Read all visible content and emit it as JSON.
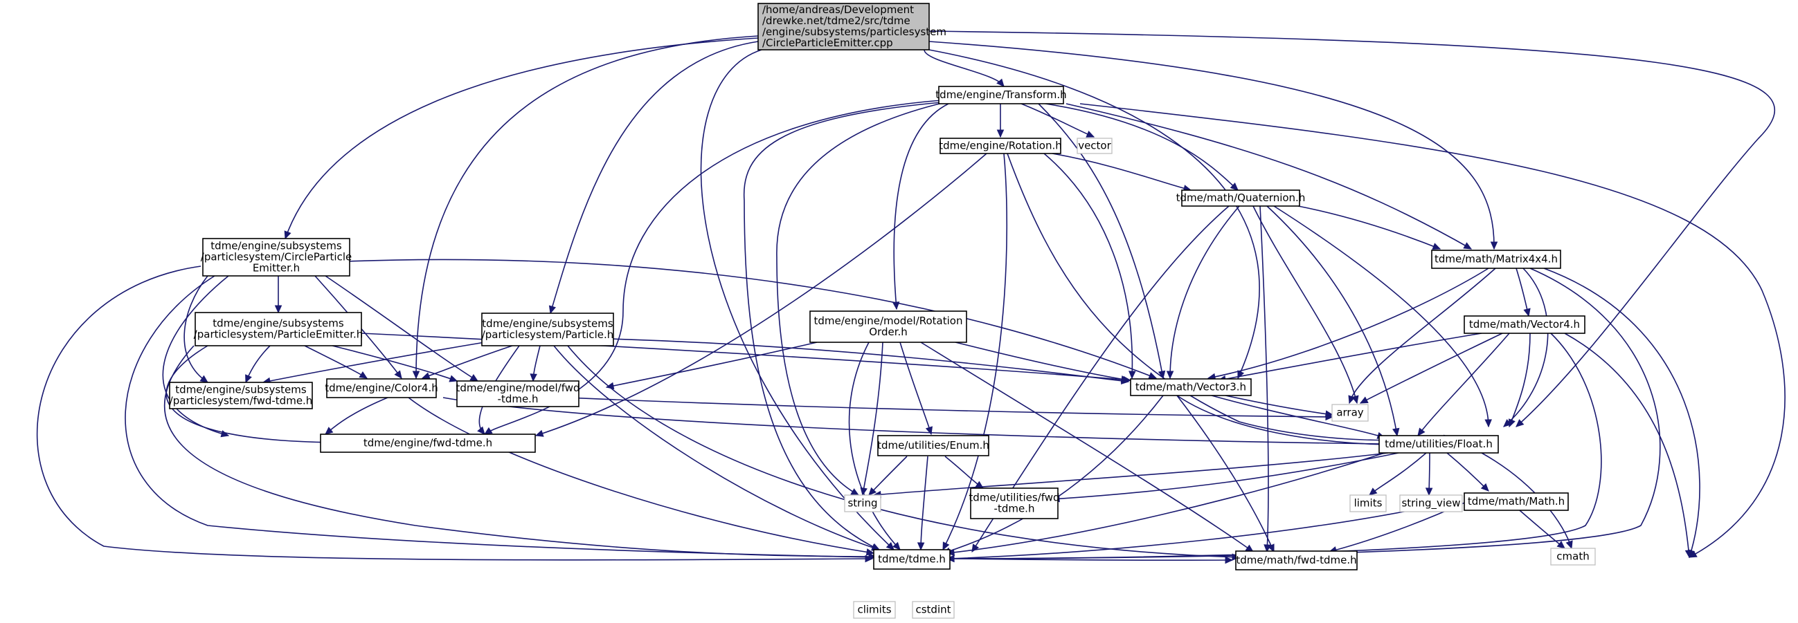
{
  "nodes": [
    {
      "id": "root",
      "label": [
        "/home/andreas/Development",
        "/drewke.net/tdme2/src/tdme",
        "/engine/subsystems/particlesystem",
        "/CircleParticleEmitter.cpp"
      ],
      "kind": "root"
    },
    {
      "id": "transform",
      "label": [
        "tdme/engine/Transform.h"
      ],
      "kind": "local"
    },
    {
      "id": "rotation",
      "label": [
        "tdme/engine/Rotation.h"
      ],
      "kind": "local"
    },
    {
      "id": "vector",
      "label": [
        "vector"
      ],
      "kind": "system"
    },
    {
      "id": "quaternion",
      "label": [
        "tdme/math/Quaternion.h"
      ],
      "kind": "local"
    },
    {
      "id": "matrix4x4",
      "label": [
        "tdme/math/Matrix4x4.h"
      ],
      "kind": "local"
    },
    {
      "id": "cpe_h",
      "label": [
        "tdme/engine/subsystems",
        "/particlesystem/CircleParticle",
        "Emitter.h"
      ],
      "kind": "local"
    },
    {
      "id": "pe_h",
      "label": [
        "tdme/engine/subsystems",
        "/particlesystem/ParticleEmitter.h"
      ],
      "kind": "local"
    },
    {
      "id": "ps_fwd",
      "label": [
        "tdme/engine/subsystems",
        "/particlesystem/fwd-tdme.h"
      ],
      "kind": "local"
    },
    {
      "id": "particle_h",
      "label": [
        "tdme/engine/subsystems",
        "/particlesystem/Particle.h"
      ],
      "kind": "local"
    },
    {
      "id": "color4",
      "label": [
        "tdme/engine/Color4.h"
      ],
      "kind": "local"
    },
    {
      "id": "model_fwd",
      "label": [
        "tdme/engine/model/fwd",
        "-tdme.h"
      ],
      "kind": "local"
    },
    {
      "id": "engine_fwd",
      "label": [
        "tdme/engine/fwd-tdme.h"
      ],
      "kind": "local"
    },
    {
      "id": "rot_order",
      "label": [
        "tdme/engine/model/Rotation",
        "Order.h"
      ],
      "kind": "local"
    },
    {
      "id": "vector3",
      "label": [
        "tdme/math/Vector3.h"
      ],
      "kind": "local"
    },
    {
      "id": "vector4",
      "label": [
        "tdme/math/Vector4.h"
      ],
      "kind": "local"
    },
    {
      "id": "enum_h",
      "label": [
        "tdme/utilities/Enum.h"
      ],
      "kind": "local"
    },
    {
      "id": "string",
      "label": [
        "string"
      ],
      "kind": "system"
    },
    {
      "id": "util_fwd",
      "label": [
        "tdme/utilities/fwd",
        "-tdme.h"
      ],
      "kind": "local"
    },
    {
      "id": "array",
      "label": [
        "array"
      ],
      "kind": "system"
    },
    {
      "id": "float_h",
      "label": [
        "tdme/utilities/Float.h"
      ],
      "kind": "local"
    },
    {
      "id": "limits",
      "label": [
        "limits"
      ],
      "kind": "system"
    },
    {
      "id": "string_view",
      "label": [
        "string_view"
      ],
      "kind": "system"
    },
    {
      "id": "math_h",
      "label": [
        "tdme/math/Math.h"
      ],
      "kind": "local"
    },
    {
      "id": "tdme_h",
      "label": [
        "tdme/tdme.h"
      ],
      "kind": "local"
    },
    {
      "id": "math_fwd",
      "label": [
        "tdme/math/fwd-tdme.h"
      ],
      "kind": "local"
    },
    {
      "id": "cmath",
      "label": [
        "cmath"
      ],
      "kind": "system"
    },
    {
      "id": "climits",
      "label": [
        "climits"
      ],
      "kind": "system"
    },
    {
      "id": "cstdint",
      "label": [
        "cstdint"
      ],
      "kind": "system"
    }
  ]
}
